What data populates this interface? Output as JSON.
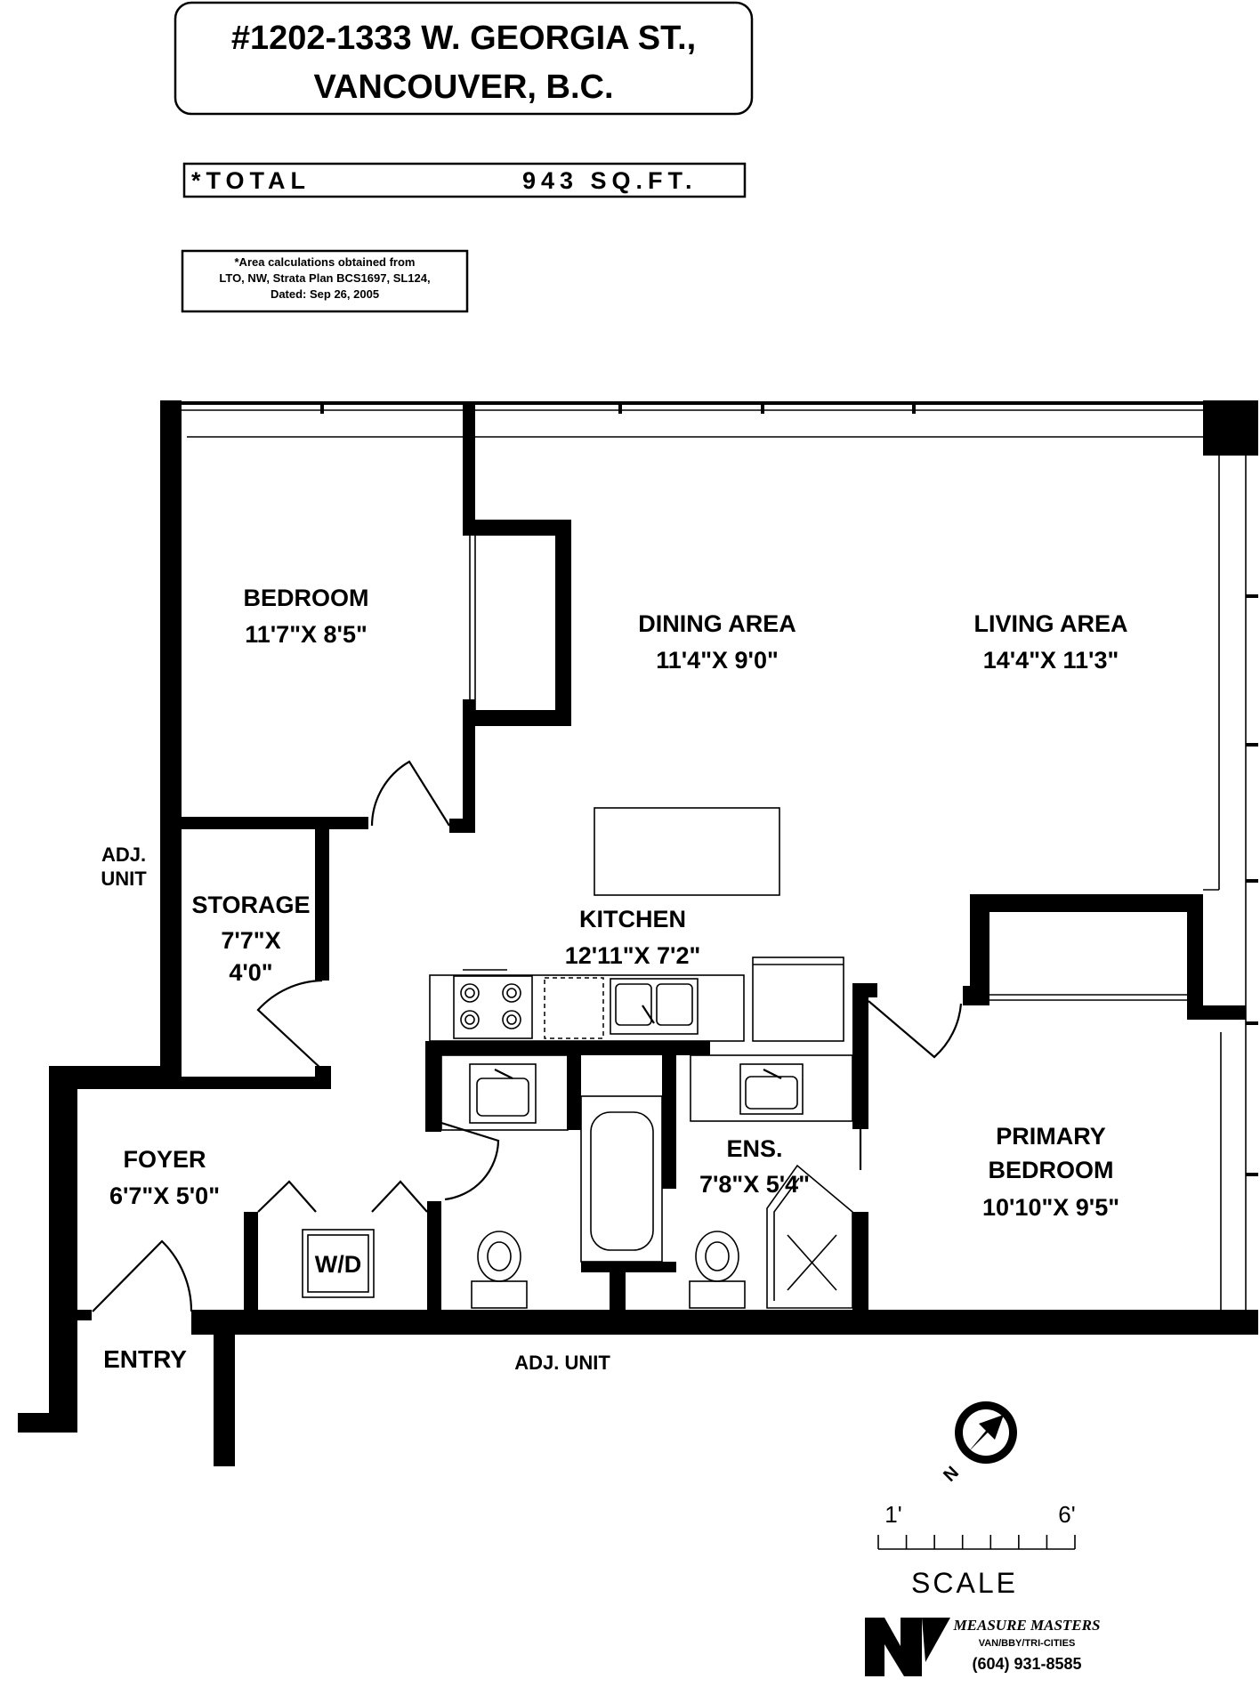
{
  "header": {
    "address_line1": "#1202-1333 W. GEORGIA ST.,",
    "address_line2": "VANCOUVER, B.C.",
    "total_label": "*TOTAL",
    "total_value": "943 SQ.FT.",
    "note_line1": "*Area calculations obtained from",
    "note_line2": "LTO, NW, Strata Plan BCS1697, SL124,",
    "note_line3": "Dated: Sep 26, 2005"
  },
  "rooms": {
    "bedroom": {
      "name": "BEDROOM",
      "size": "11'7\"X 8'5\""
    },
    "dining": {
      "name": "DINING AREA",
      "size": "11'4\"X 9'0\""
    },
    "living": {
      "name": "LIVING AREA",
      "size": "14'4\"X 11'3\""
    },
    "storage": {
      "name": "STORAGE",
      "size1": "7'7\"X",
      "size2": "4'0\""
    },
    "kitchen": {
      "name": "KITCHEN",
      "size": "12'11\"X 7'2\""
    },
    "foyer": {
      "name": "FOYER",
      "size": "6'7\"X 5'0\""
    },
    "ensuite": {
      "name": "ENS.",
      "size": "7'8\"X 5'4\""
    },
    "primary": {
      "name1": "PRIMARY",
      "name2": "BEDROOM",
      "size": "10'10\"X 9'5\""
    },
    "laundry": {
      "label": "W/D"
    }
  },
  "labels": {
    "adj_unit_left1": "ADJ.",
    "adj_unit_left2": "UNIT",
    "entry": "ENTRY",
    "adj_unit_bottom": "ADJ. UNIT",
    "north": "N"
  },
  "scale": {
    "tick_left": "1'",
    "tick_right": "6'",
    "label": "SCALE"
  },
  "logo": {
    "brand": "MEASURE MASTERS",
    "regions": "VAN/BBY/TRI-CITIES",
    "phone": "(604) 931-8585"
  }
}
